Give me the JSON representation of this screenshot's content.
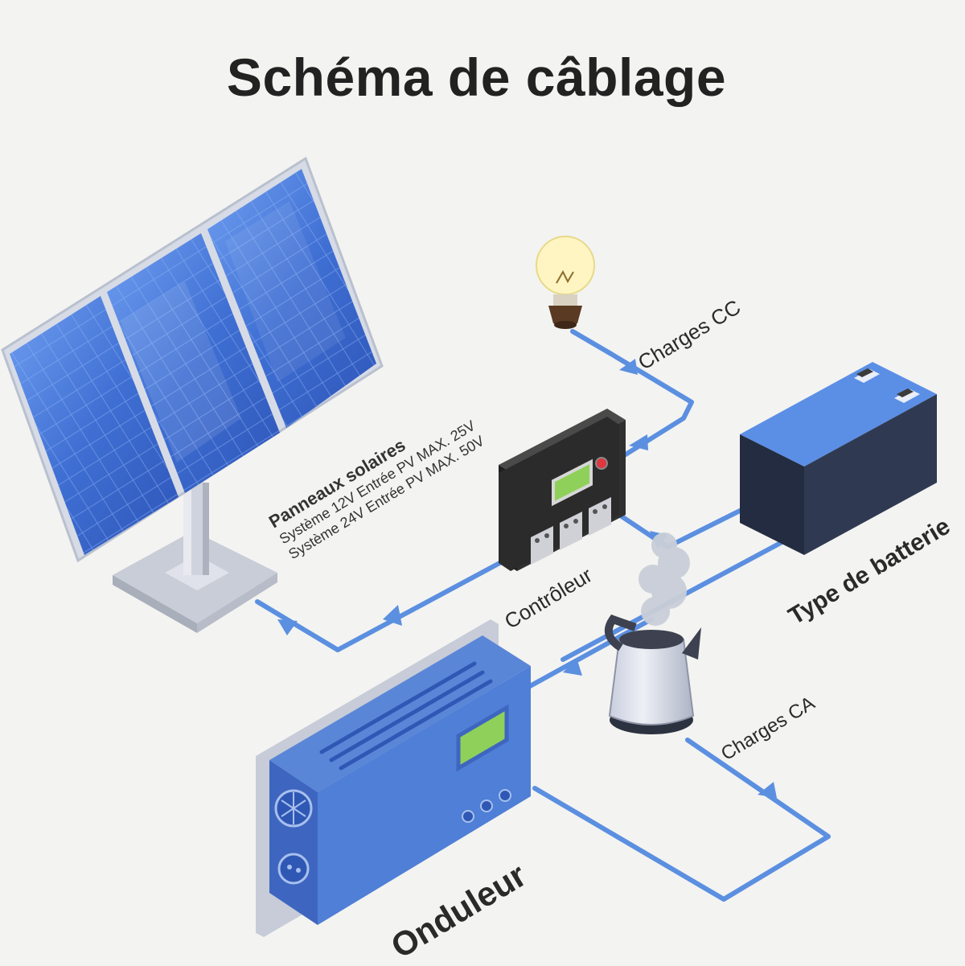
{
  "title": "Schéma de câblage",
  "labels": {
    "dc_loads": "Charges CC",
    "solar_panels": "Panneaux solaires",
    "system_12v": "Système 12V Entrée PV MAX. 25V",
    "system_24v": "Système 24V Entrée PV MAX. 50V",
    "controller": "Contrôleur",
    "battery_type": "Type de batterie",
    "ac_loads": "Charges CA",
    "inverter": "Onduleur"
  },
  "colors": {
    "wire": "#5b8fe0",
    "panel_blue": "#3a66c9",
    "device_blue": "#4f7fd6",
    "battery_body": "#2f3a52",
    "controller_body": "#2b2b2b",
    "screen_green": "#8fd05a",
    "background": "#f3f3f1"
  }
}
